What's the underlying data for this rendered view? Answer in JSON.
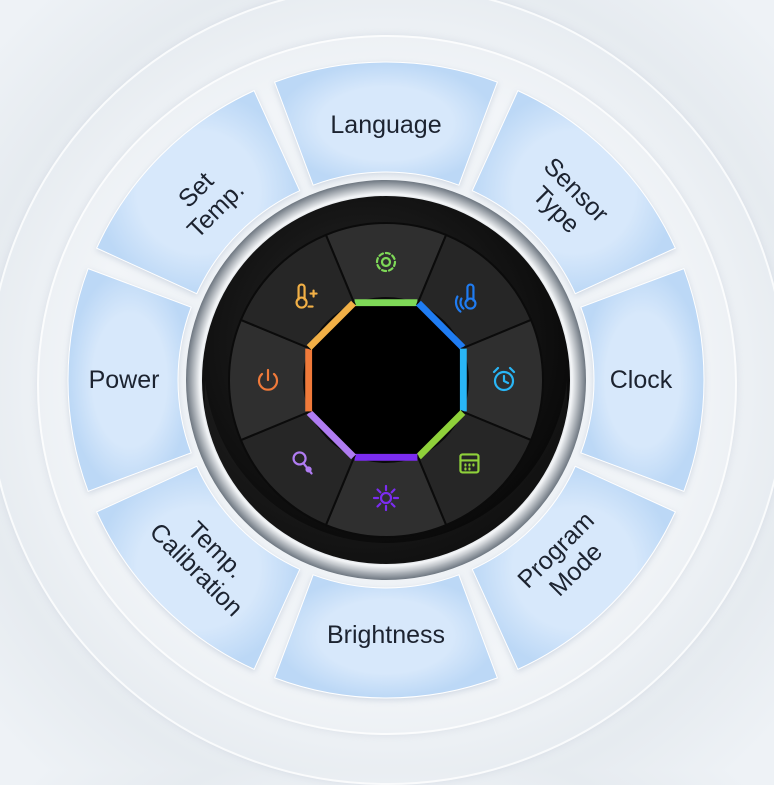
{
  "dial": {
    "accent_colors": [
      "#7dd63a",
      "#1f7cf2",
      "#29b6f6",
      "#8fd13a",
      "#7b2cf0",
      "#b07cf2",
      "#f07a3a",
      "#f2b046"
    ],
    "sectors": [
      {
        "key": "language",
        "label": "Language",
        "icon": "gear-icon",
        "color": "#7ed957"
      },
      {
        "key": "sensor",
        "label": "Sensor\nType",
        "icon": "thermometer-sensor-icon",
        "color": "#1f7cf2"
      },
      {
        "key": "clock",
        "label": "Clock",
        "icon": "alarm-clock-icon",
        "color": "#29b6f6"
      },
      {
        "key": "program",
        "label": "Program\nMode",
        "icon": "calendar-icon",
        "color": "#8fd13a"
      },
      {
        "key": "brightness",
        "label": "Brightness",
        "icon": "brightness-icon",
        "color": "#7b2cf0"
      },
      {
        "key": "calibration",
        "label": "Temp.\nCalibration",
        "icon": "calibration-icon",
        "color": "#b07cf2"
      },
      {
        "key": "power",
        "label": "Power",
        "icon": "power-icon",
        "color": "#f07a3a"
      },
      {
        "key": "settemp",
        "label": "Set\nTemp.",
        "icon": "thermometer-adjust-icon",
        "color": "#f2b046"
      }
    ]
  }
}
